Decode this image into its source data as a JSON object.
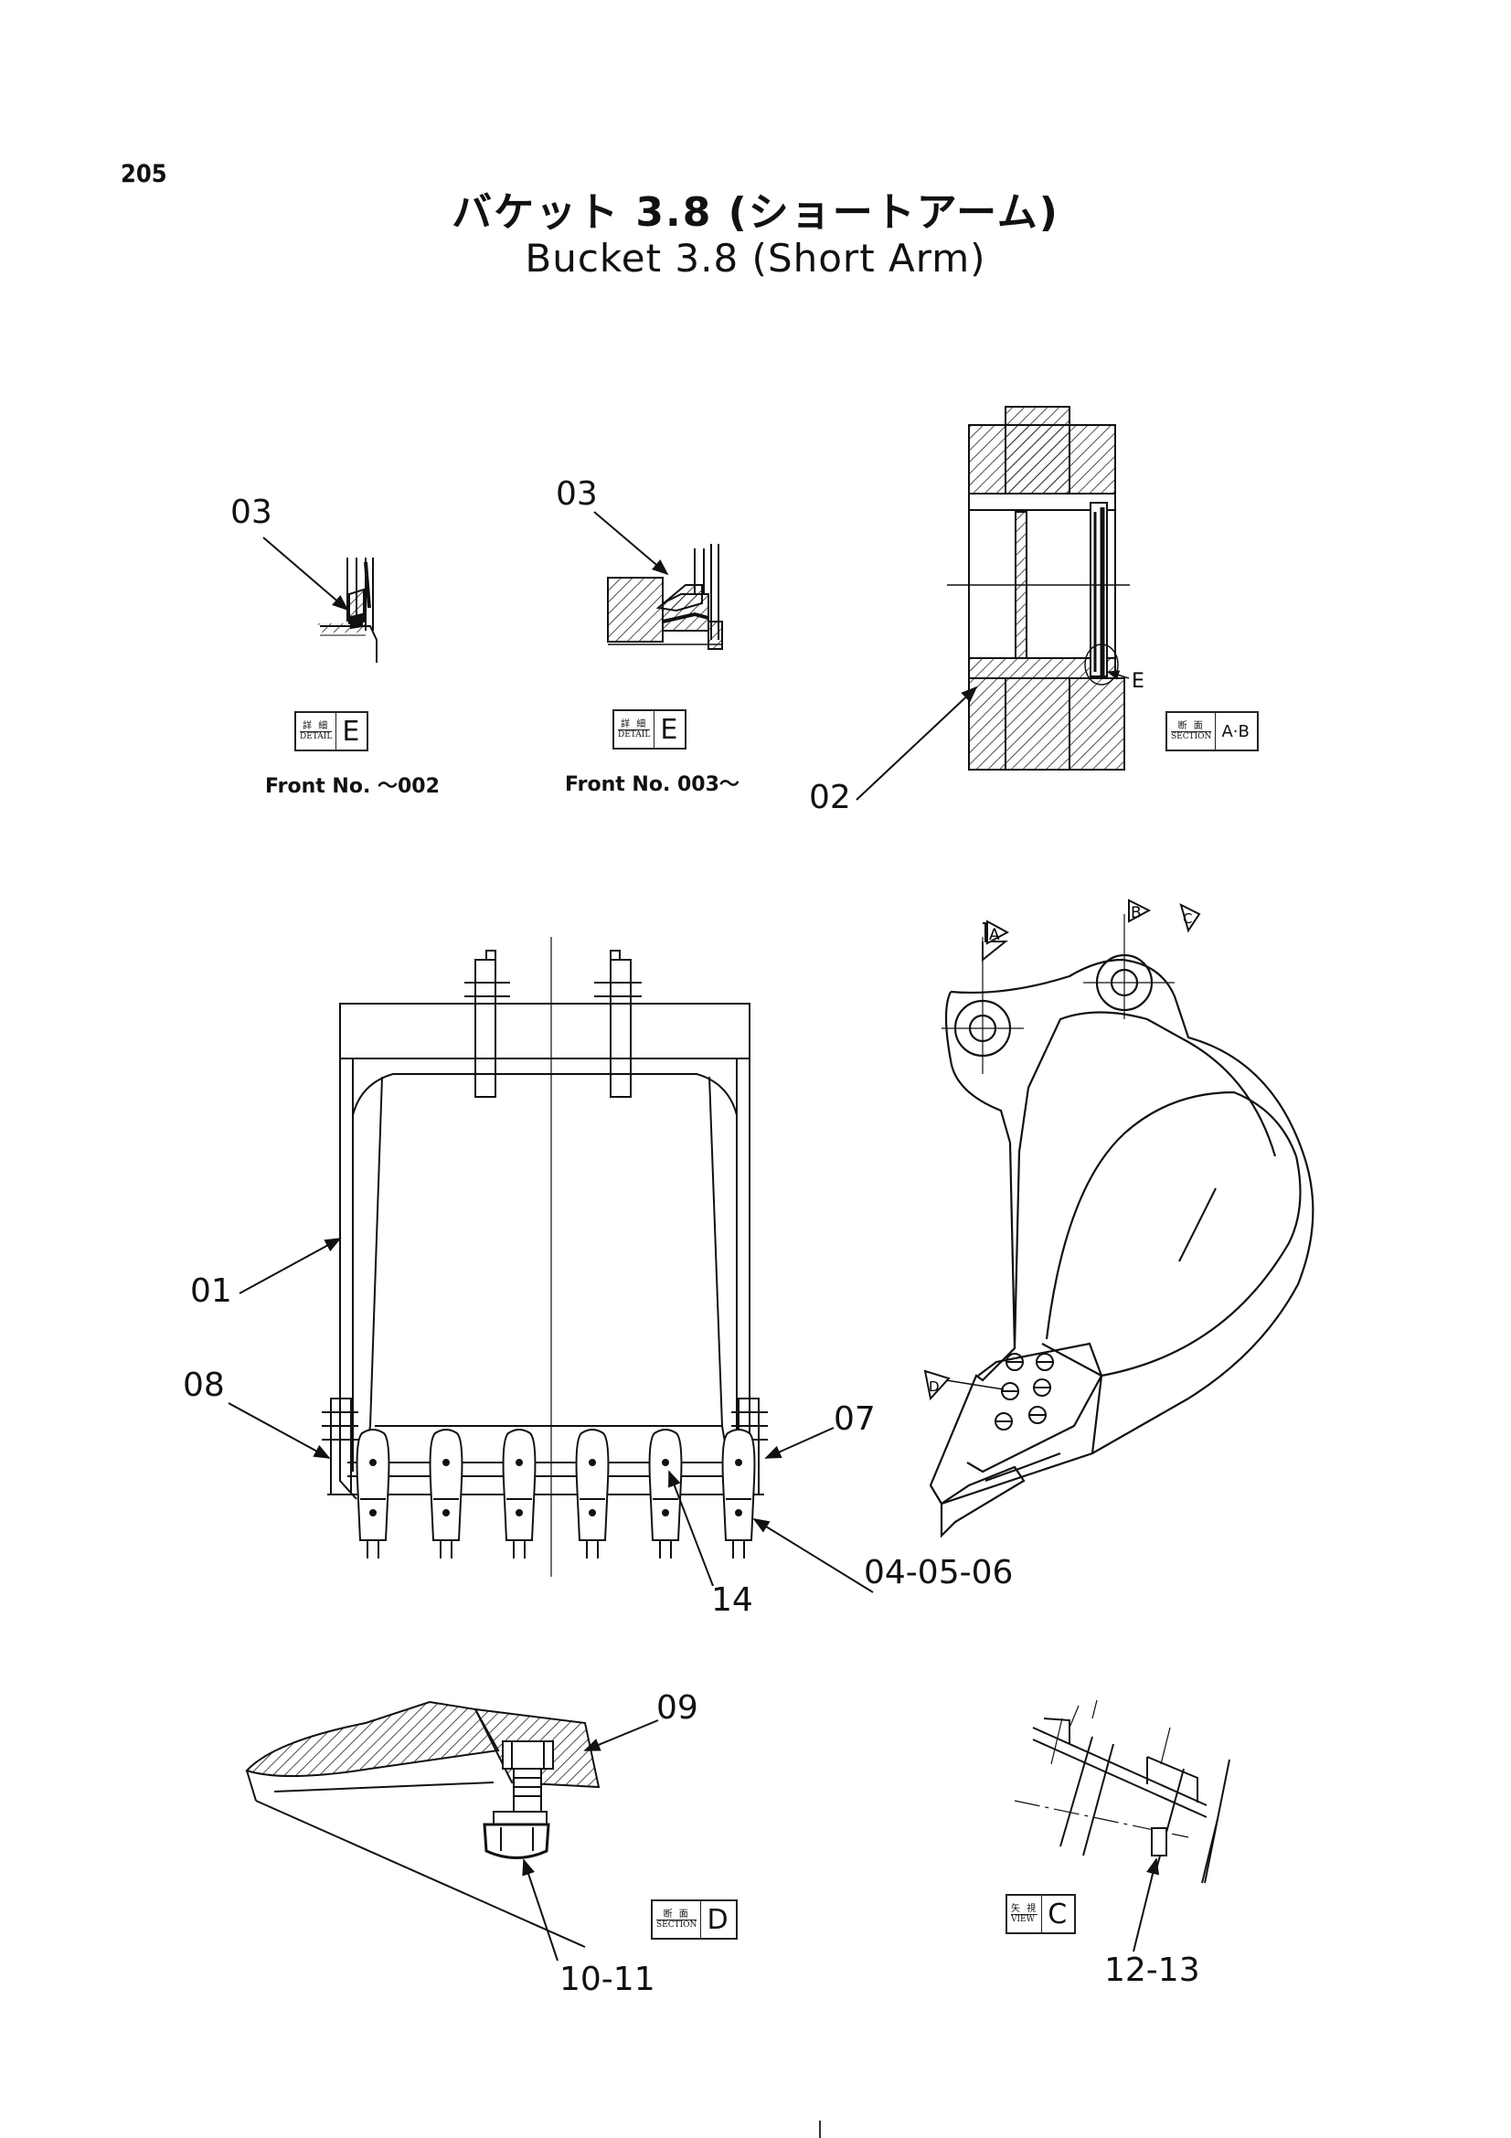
{
  "page_number": "205",
  "title_jp": "バケット 3.8 (ショートアーム)",
  "title_en": "Bucket 3.8 (Short Arm)",
  "callouts": {
    "c03_left": "03",
    "c03_right": "03",
    "c02": "02",
    "c01": "01",
    "c08": "08",
    "c07": "07",
    "c14": "14",
    "c040506": "04-05-06",
    "c09": "09",
    "c1011": "10-11",
    "c1213": "12-13"
  },
  "front_left": "Front No. ～002",
  "front_right": "Front No. 003～",
  "tags": {
    "detail_e_left": {
      "jp": "詳 細",
      "en": "DETAIL",
      "letter": "E"
    },
    "detail_e_right": {
      "jp": "詳 細",
      "en": "DETAIL",
      "letter": "E"
    },
    "section_ab": {
      "jp": "断 面",
      "en": "SECTION",
      "letter": "A·B"
    },
    "section_d": {
      "jp": "断 面",
      "en": "SECTION",
      "letter": "D"
    },
    "view_c": {
      "jp": "矢 視",
      "en": "VIEW",
      "letter": "C"
    }
  },
  "view_markers": {
    "a": "A",
    "b": "B",
    "c": "C",
    "d": "D",
    "e": "E"
  }
}
